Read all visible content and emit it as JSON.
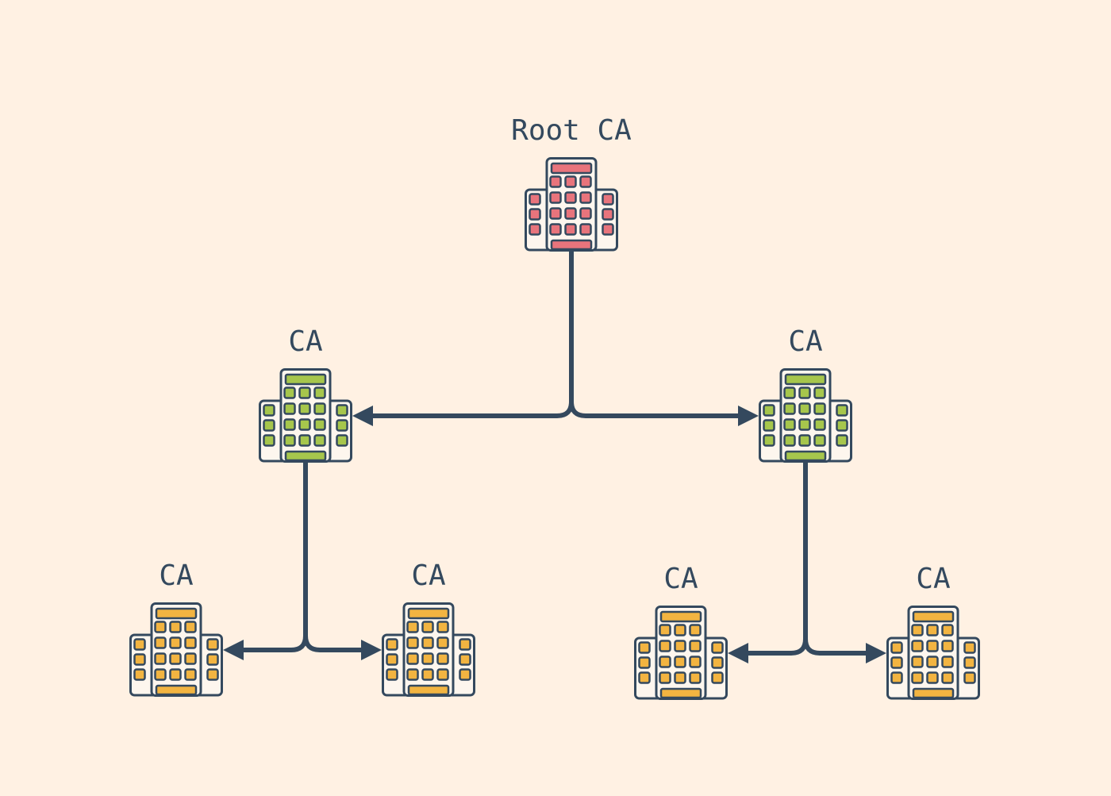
{
  "colors": {
    "background": "#fff1e3",
    "outline": "#34495e",
    "building_body": "#fdf6ee",
    "root_accent": "#e8747c",
    "level1_accent": "#a6c64c",
    "level2_accent": "#f2b441"
  },
  "nodes": [
    {
      "id": "root",
      "label": "Root CA",
      "icon": "office-building-icon",
      "accent": "root_accent"
    },
    {
      "id": "ca-left",
      "label": "CA",
      "icon": "office-building-icon",
      "accent": "level1_accent"
    },
    {
      "id": "ca-right",
      "label": "CA",
      "icon": "office-building-icon",
      "accent": "level1_accent"
    },
    {
      "id": "ca-left-left",
      "label": "CA",
      "icon": "office-building-icon",
      "accent": "level2_accent"
    },
    {
      "id": "ca-left-right",
      "label": "CA",
      "icon": "office-building-icon",
      "accent": "level2_accent"
    },
    {
      "id": "ca-right-left",
      "label": "CA",
      "icon": "office-building-icon",
      "accent": "level2_accent"
    },
    {
      "id": "ca-right-right",
      "label": "CA",
      "icon": "office-building-icon",
      "accent": "level2_accent"
    }
  ],
  "edges": [
    {
      "from": "root",
      "to": "ca-left"
    },
    {
      "from": "root",
      "to": "ca-right"
    },
    {
      "from": "ca-left",
      "to": "ca-left-left"
    },
    {
      "from": "ca-left",
      "to": "ca-left-right"
    },
    {
      "from": "ca-right",
      "to": "ca-right-left"
    },
    {
      "from": "ca-right",
      "to": "ca-right-right"
    }
  ]
}
